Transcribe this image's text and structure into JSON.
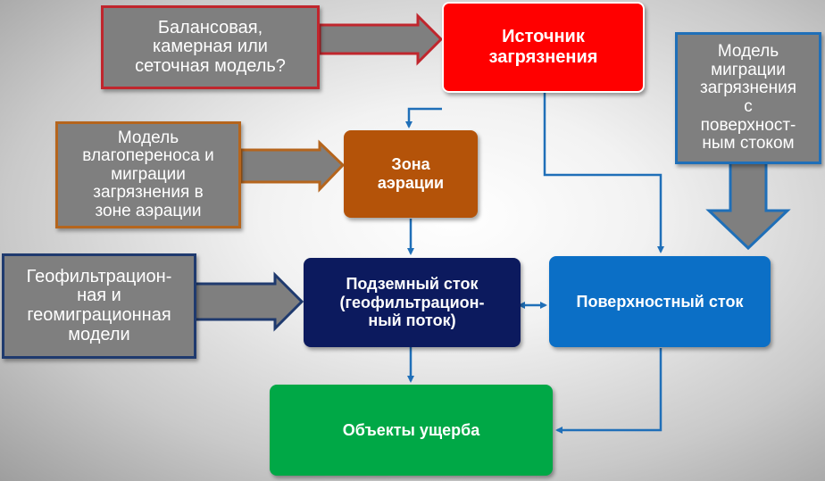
{
  "colors": {
    "source": "#ff0000",
    "aeration": "#b45309",
    "groundwater": "#0c1a5e",
    "surface": "#0b6fc6",
    "damage": "#00a846",
    "note_fill": "#7f7f7f",
    "connector": "#1f6fb8"
  },
  "nodes": {
    "source": "Источник\nзагрязнения",
    "aeration": "Зона\nаэрации",
    "groundwater": "Подземный сток\n(геофильтрацион-\nный поток)",
    "surface": "Поверхностный сток",
    "damage": "Объекты ущерба"
  },
  "notes": {
    "balance_model": "Балансовая,\nкамерная или\nсеточная модель?",
    "moisture_model": "Модель\nвлагопереноса и\nмиграции\nзагрязнения в\nзоне аэрации",
    "geofiltration_model": "Геофильтрацион-\nная и\nгеомиграционная\nмодели",
    "runoff_model": "Модель\nмиграции\nзагрязнения\nс\nповерхност-\nным стоком"
  }
}
